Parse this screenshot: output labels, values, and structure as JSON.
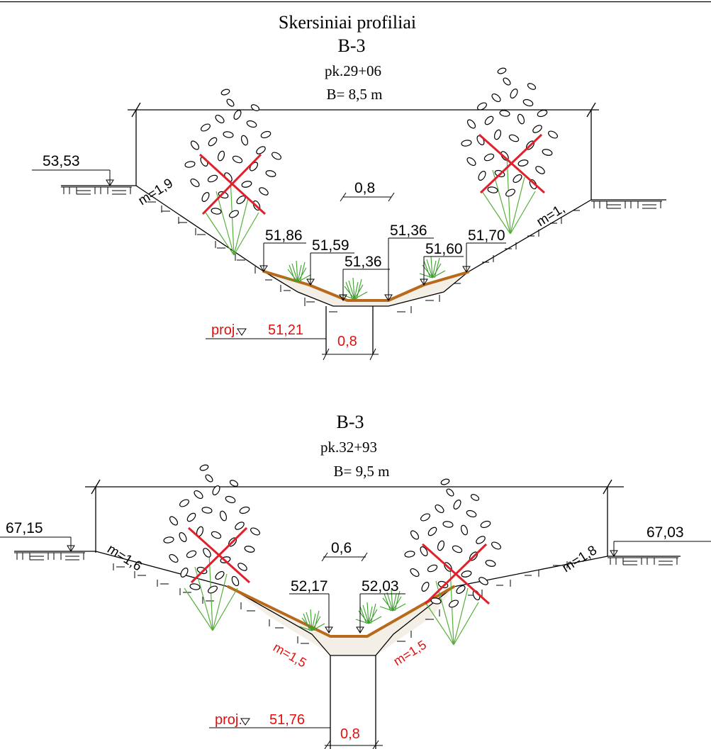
{
  "title": "Skersiniai profiliai",
  "profiles": [
    {
      "name": "B-3",
      "picket": "pk.29+06",
      "width": "B= 8,5 m",
      "bank_left_elev": "53,53",
      "slope_left": "m=1,9",
      "slope_right": "m=1,",
      "bottom_dim_top": "0,8",
      "elevations": [
        "51,86",
        "51,59",
        "51,36",
        "51,36",
        "51,60",
        "51,70"
      ],
      "proj_label": "proj.",
      "proj_elev": "51,21",
      "bottom_width": "0,8",
      "trees_marked_for_removal": 2
    },
    {
      "name": "B-3",
      "picket": "pk.32+93",
      "width": "B= 9,5 m",
      "bank_left_elev": "67,15",
      "bank_right_elev": "67,03",
      "slope_left": "m=1,6",
      "slope_right": "m=1,8",
      "bottom_dim_top": "0,6",
      "elevations": [
        "52,17",
        "52,03"
      ],
      "proj_slope_left": "m=1,5",
      "proj_slope_right": "m=1,5",
      "proj_label": "proj.",
      "proj_elev": "51,76",
      "bottom_width": "0,8",
      "trees_marked_for_removal": 2
    }
  ],
  "colors": {
    "projection": "#e01010",
    "lining": "#b86a1c",
    "vegetation": "#3aa12a",
    "removal_cross": "#e0202a"
  }
}
